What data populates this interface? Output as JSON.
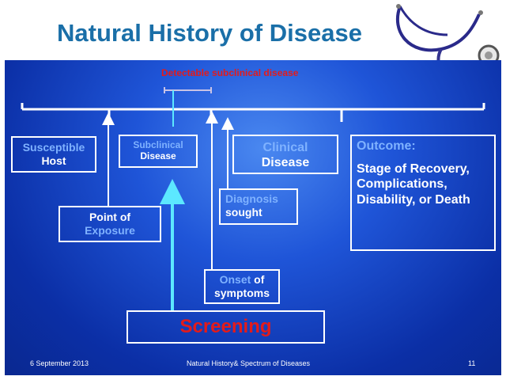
{
  "title": "Natural History of Disease",
  "detectable_label": "Detectable subclinical disease",
  "boxes": {
    "susceptible": {
      "line1": "Susceptible",
      "line2": "Host"
    },
    "subclinical": {
      "line1": "Subclinical",
      "line2": "Disease"
    },
    "clinical": {
      "line1": "Clinical",
      "line2": "Disease"
    },
    "outcome": {
      "heading": "Outcome:",
      "line1": "Stage of Recovery,",
      "line2": "Complications,",
      "line3": "Disability, or Death"
    },
    "exposure": {
      "line1": "Point of",
      "line2": "Exposure"
    },
    "diagnosis": {
      "line1": "Diagnosis",
      "line2": "sought"
    },
    "onset": {
      "part1": "Onset",
      "part2": " of",
      "line2": "symptoms"
    },
    "screening": {
      "label": "Screening"
    }
  },
  "footer": {
    "date": "6 September 2013",
    "center": "Natural History& Spectrum of Diseases",
    "page": "11"
  },
  "colors": {
    "title": "#1a6fa8",
    "highlight": "#7fb2ff",
    "red": "#e31b1b",
    "teal": "#5ce8ff",
    "panel": "#1f55d8"
  }
}
